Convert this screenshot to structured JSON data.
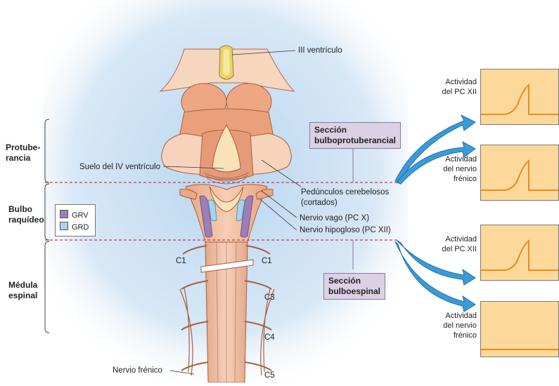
{
  "labels": {
    "third_ventricle": "III ventrículo",
    "fourth_ventricle_floor": "Suelo del IV ventrículo",
    "cerebellar_peduncles": [
      "Pedúnculos cerebelosos",
      "(cortados)"
    ],
    "vagus_nerve": "Nervio vago (PC X)",
    "hypoglossal_nerve": "Nervio hipogloso (PC XII)",
    "phrenic_nerve": "Nervio frénico",
    "c1_left": "C1",
    "c1_right": "C1",
    "c3": "C3",
    "c4": "C4",
    "c5": "C5"
  },
  "regions": {
    "pons": [
      "Protube-",
      "rancia"
    ],
    "medulla": [
      "Bulbo",
      "raquídeo"
    ],
    "spinal_cord": [
      "Médula",
      "espinal"
    ]
  },
  "legend": [
    {
      "label": "GRV",
      "color": "#9b7fb8"
    },
    {
      "label": "GRD",
      "color": "#a9d3ea"
    }
  ],
  "sections": {
    "upper": [
      "Sección",
      "bulboprotuberancial"
    ],
    "lower": [
      "Sección",
      "bulboespinal"
    ]
  },
  "panels": [
    {
      "label": [
        "Actividad",
        "del PC XII"
      ],
      "signal": "burst"
    },
    {
      "label": [
        "Actividad",
        "del nervio",
        "frénico"
      ],
      "signal": "burst"
    },
    {
      "label": [
        "Actividad",
        "del PC XII"
      ],
      "signal": "burst"
    },
    {
      "label": [
        "Actividad",
        "del nervio",
        "frénico"
      ],
      "signal": "flat"
    }
  ],
  "colors": {
    "panel_fill": "#fcd99a",
    "trace": "#f08a1c",
    "arrow": "#3b9bd8",
    "cut_line": "#e0304a",
    "callout_fill": "#dcd0e4",
    "tissue": "#f0b898",
    "halo": "#cfe3f5"
  }
}
